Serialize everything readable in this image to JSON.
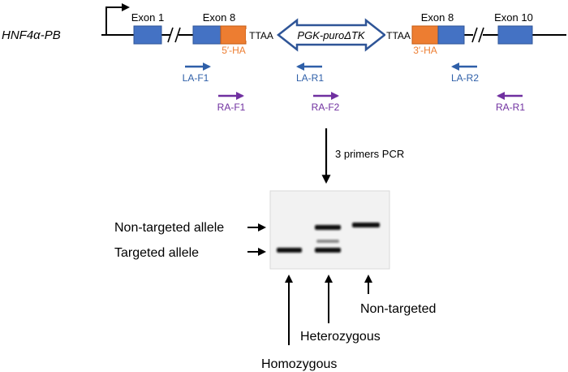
{
  "construct": {
    "name": "HNF4α-PB",
    "exon1_label": "Exon 1",
    "exon8_left_label": "Exon 8",
    "exon8_right_label": "Exon 8",
    "exon10_label": "Exon 10",
    "ttaa_left": "TTAA",
    "ttaa_right": "TTAA",
    "cassette_label": "PGK-puroΔTK",
    "ha5_label": "5′-HA",
    "ha3_label": "3′-HA"
  },
  "primers": {
    "la_f1": "LA-F1",
    "la_r1": "LA-R1",
    "la_r2": "LA-R2",
    "ra_f1": "RA-F1",
    "ra_f2": "RA-F2",
    "ra_r1": "RA-R1"
  },
  "pcr_step_label": "3 primers PCR",
  "gel": {
    "band_labels": {
      "non_targeted_allele": "Non-targeted allele",
      "targeted_allele": "Targeted allele"
    },
    "lane_labels": {
      "homozygous": "Homozygous",
      "heterozygous": "Heterozygous",
      "non_targeted": "Non-targeted"
    }
  },
  "colors": {
    "exon_blue": "#4472C4",
    "homology_arm_orange": "#ED7D31",
    "primer_la_blue": "#2E5FA8",
    "primer_ra_purple": "#7030A0",
    "cassette_outline": "#2F5597"
  }
}
